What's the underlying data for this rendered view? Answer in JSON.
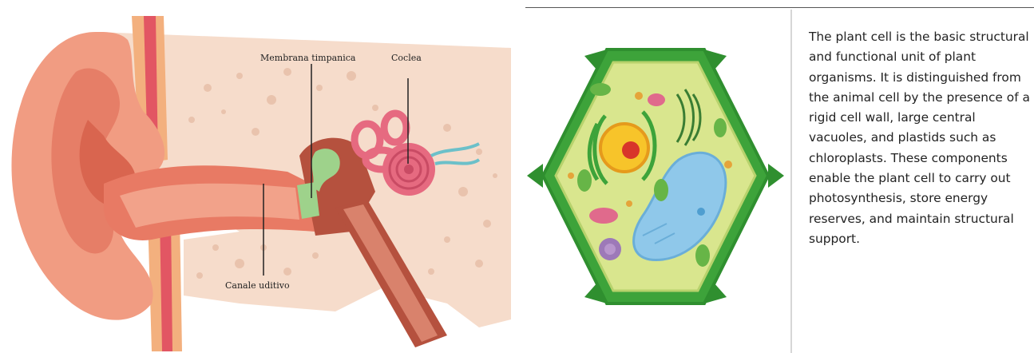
{
  "ear_diagram": {
    "labels": {
      "tympanic_membrane": "Membrana timpanica",
      "cochlea": "Coclea",
      "ear_canal": "Canale uditivo"
    }
  },
  "plant_cell": {
    "description": "The plant cell is the basic structural and functional unit of plant organisms. It is distinguished from the animal cell by the presence of a rigid cell wall, large central vacuoles, and plastids such as chloroplasts. These components enable the plant cell to carry out photosynthesis, store energy reserves, and maintain structural support."
  },
  "colors": {
    "skin": "#f19c82",
    "bone": "#f6dccb",
    "cochlea": "#e66a80",
    "cell_wall": "#3da33a",
    "cytoplasm": "#d9e68e",
    "vacuole": "#8fc8ea",
    "nucleus": "#f7c42a"
  }
}
